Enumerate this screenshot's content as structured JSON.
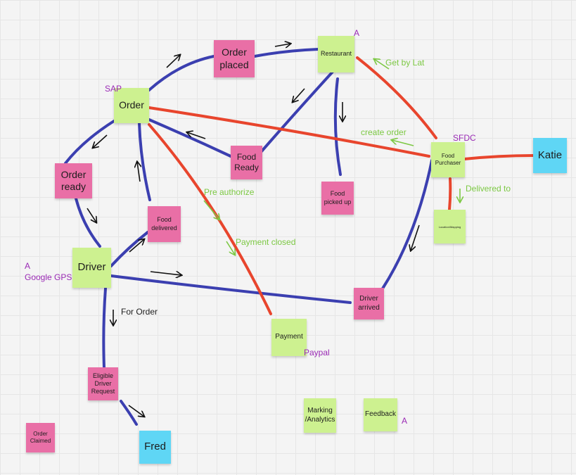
{
  "colors": {
    "connector_blue": "#3b3fb0",
    "connector_red": "#e8452d",
    "arrow_black": "#111111",
    "arrow_green": "#7cc843",
    "note_pink": "#e96fa6",
    "note_green": "#cdf190",
    "note_blue": "#5fd6f5",
    "label_purple": "#9a2ab5"
  },
  "notes": {
    "order_placed": "Order placed",
    "restaurant": "Restaurant",
    "order": "Order",
    "order_ready": "Order ready",
    "food_ready": "Food Ready",
    "food_picked_up": "Food picked up",
    "food_purchaser": "Food Purchaser",
    "katie": "Katie",
    "location_mapping": "Location/Mapping",
    "food_delivered": "Food delivered",
    "driver": "Driver",
    "driver_arrived": "Driver arrived",
    "payment": "Payment",
    "eligible_driver_request": "Eligible Driver Request",
    "fred": "Fred",
    "order_claimed": "Order Claimed",
    "marking_analytics": "Marking /Analytics",
    "feedback": "Feedback"
  },
  "labels": {
    "a_restaurant": "A",
    "get_by_lat": "Get by Lat",
    "sap": "SAP",
    "sfdc": "SFDC",
    "create_order": "create order",
    "delivered_to": "Delivered to",
    "pre_authorize": "Pre authorize",
    "payment_closed": "Payment closed",
    "a_driver": "A",
    "google_gps": "Google GPS",
    "for_order": "For Order",
    "paypal": "Paypal",
    "a_feedback": "A"
  }
}
